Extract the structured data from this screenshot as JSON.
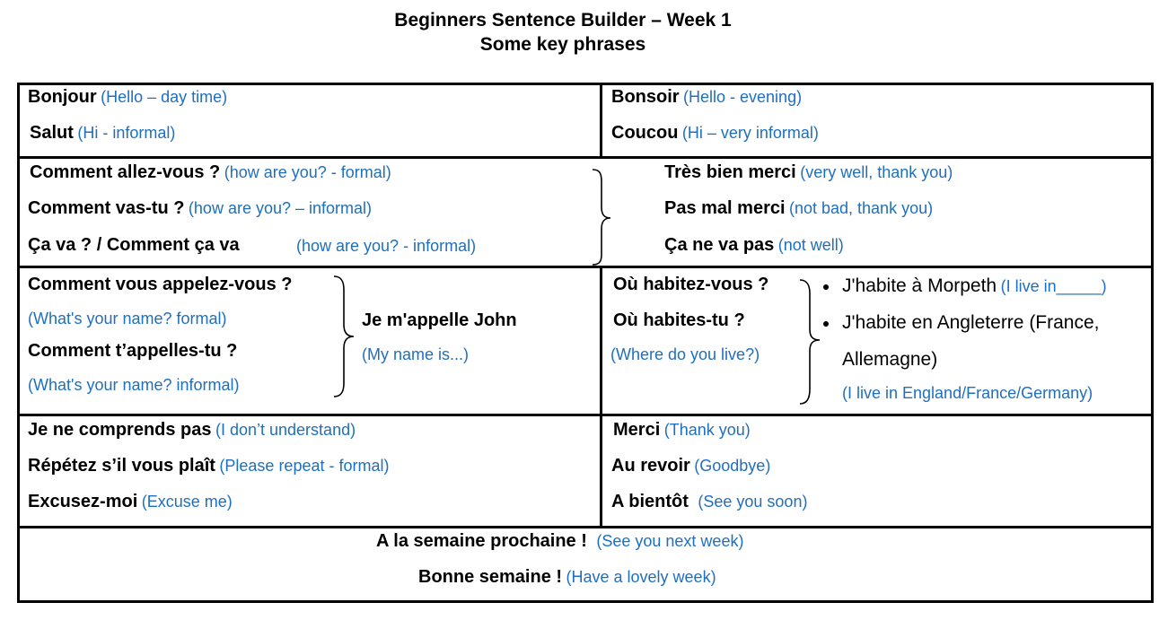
{
  "header": {
    "title_line1": "Beginners Sentence Builder – Week 1",
    "title_line2": "Some key phrases"
  },
  "greetings": {
    "bonjour": "Bonjour",
    "bonjour_en": "(Hello – day time)",
    "salut": "Salut",
    "salut_en": "(Hi - informal)",
    "bonsoir": "Bonsoir",
    "bonsoir_en": "(Hello - evening)",
    "coucou": "Coucou",
    "coucou_en": "(Hi – very informal)"
  },
  "how_are_you": {
    "q1": "Comment allez-vous ?",
    "q1_en": "(how are you? - formal)",
    "q2": "Comment vas-tu ?",
    "q2_en": "(how are you? – informal)",
    "q3": "Ça va ? / Comment ça va",
    "q3_en": "(how are you? - informal)",
    "a1": "Très bien merci",
    "a1_en": "(very well, thank you)",
    "a2": "Pas mal merci",
    "a2_en": "(not bad, thank you)",
    "a3": "Ça ne va pas",
    "a3_en": "(not well)"
  },
  "names": {
    "q1": "Comment vous appelez-vous ?",
    "q1_en": "(What's your name? formal)",
    "q2": "Comment t’appelles-tu ?",
    "q2_en": "(What's your name? informal)",
    "answer": "Je m'appelle John",
    "answer_en": "(My name is...)"
  },
  "where_live": {
    "q1": "Où habitez-vous ?",
    "q2": "Où habites-tu ?",
    "q_en": "(Where do you live?)",
    "a1": "J'habite à Morpeth",
    "a1_en": "(I live in_____)",
    "a2_line1": "J'habite en Angleterre (France,",
    "a2_line2": "Allemagne)",
    "a2_en": "(I live in England/France/Germany)"
  },
  "classroom": {
    "p1": "Je ne comprends pas",
    "p1_en": "(I don’t understand)",
    "p2": "Répétez s’il vous plaît",
    "p2_en": "(Please repeat - formal)",
    "p3": "Excusez-moi",
    "p3_en": "(Excuse me)"
  },
  "farewells": {
    "merci": "Merci",
    "merci_en": "(Thank you)",
    "revoir": "Au revoir",
    "revoir_en": "(Goodbye)",
    "bientot": "A bientôt",
    "bientot_en": "(See you soon)"
  },
  "closing": {
    "l1": "A la semaine prochaine !",
    "l1_en": "(See you next week)",
    "l2": "Bonne semaine !",
    "l2_en": "(Have a lovely week)"
  }
}
